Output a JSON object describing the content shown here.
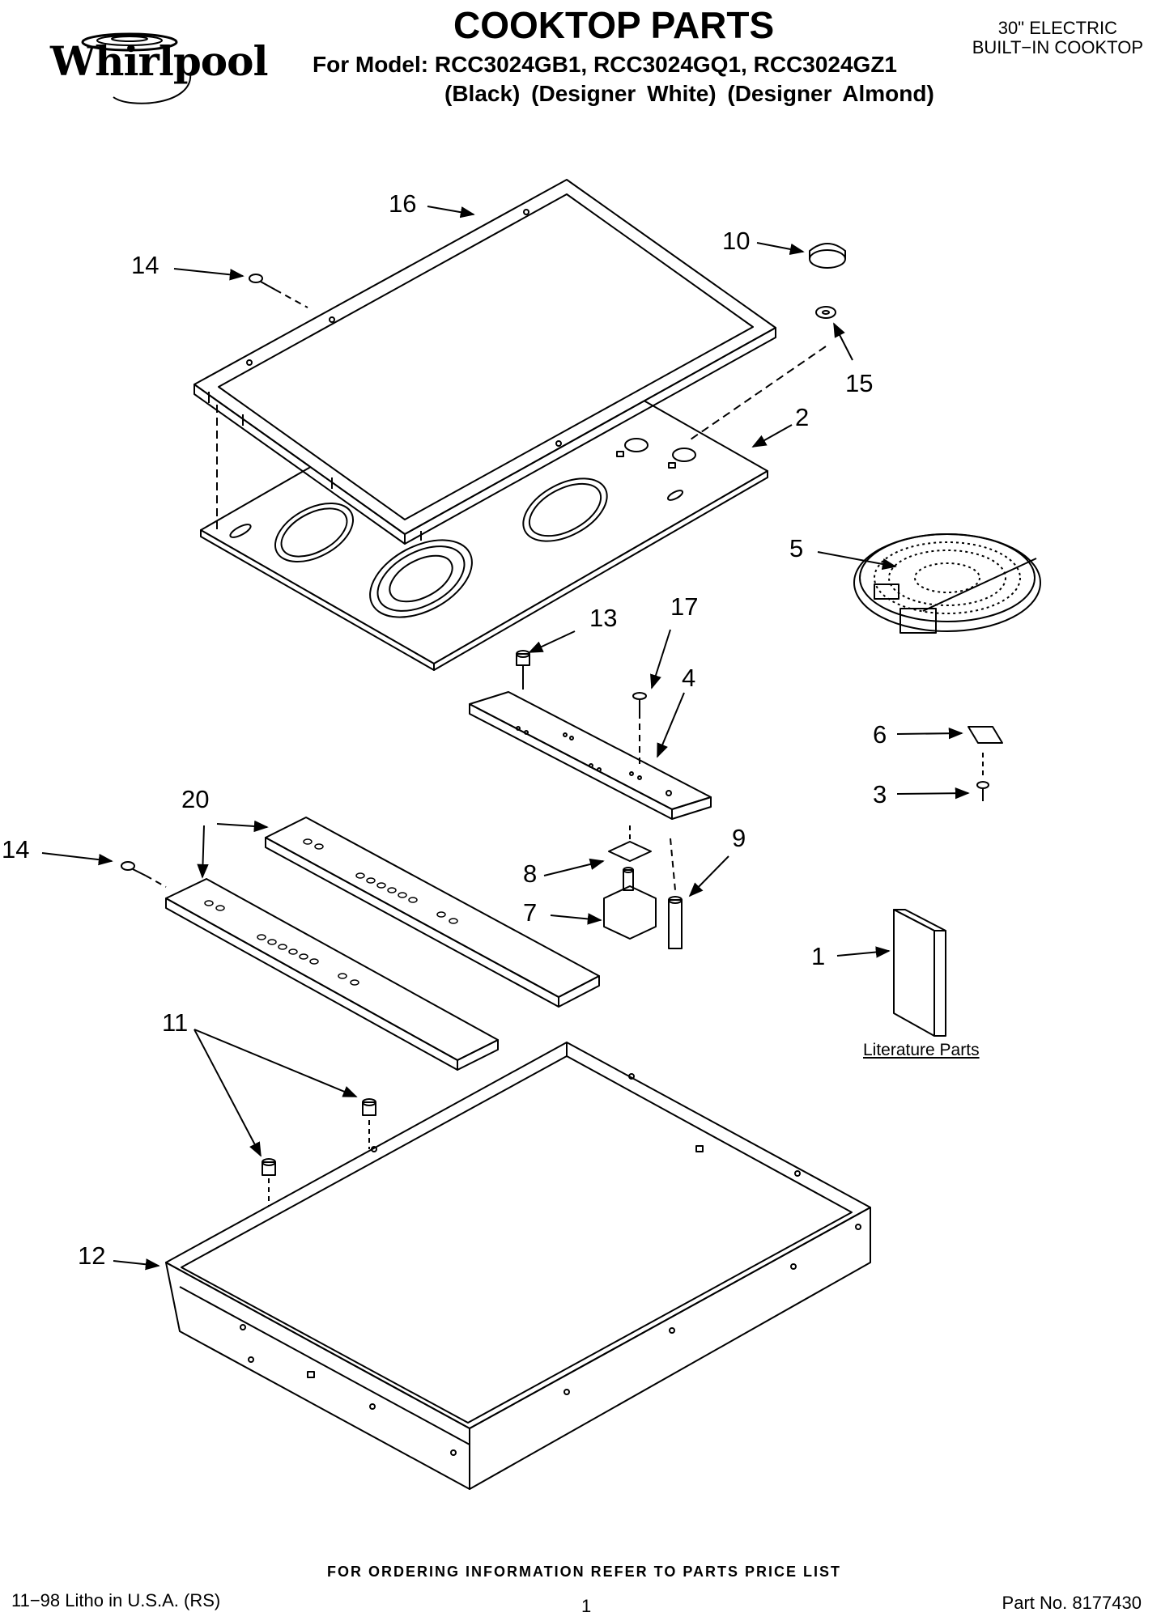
{
  "header": {
    "brand": "Whirlpool",
    "title": "COOKTOP PARTS",
    "model_line": "For Model: RCC3024GB1, RCC3024GQ1, RCC3024GZ1",
    "color_line": "(Black)   (Designer White) (Designer Almond)",
    "product_line1": "30\" ELECTRIC",
    "product_line2": "BUILT−IN COOKTOP"
  },
  "callouts": {
    "c1": "1",
    "c2": "2",
    "c3": "3",
    "c4": "4",
    "c5": "5",
    "c6": "6",
    "c7": "7",
    "c8": "8",
    "c9": "9",
    "c10": "10",
    "c11": "11",
    "c12": "12",
    "c13": "13",
    "c14a": "14",
    "c14b": "14",
    "c15": "15",
    "c16": "16",
    "c17": "17",
    "c20": "20"
  },
  "literature_label": "Literature Parts",
  "footer": {
    "ordering": "FOR ORDERING INFORMATION REFER TO PARTS PRICE LIST",
    "litho": "11−98 Litho in U.S.A. (RS)",
    "page": "1",
    "part_no": "Part No. 8177430"
  }
}
